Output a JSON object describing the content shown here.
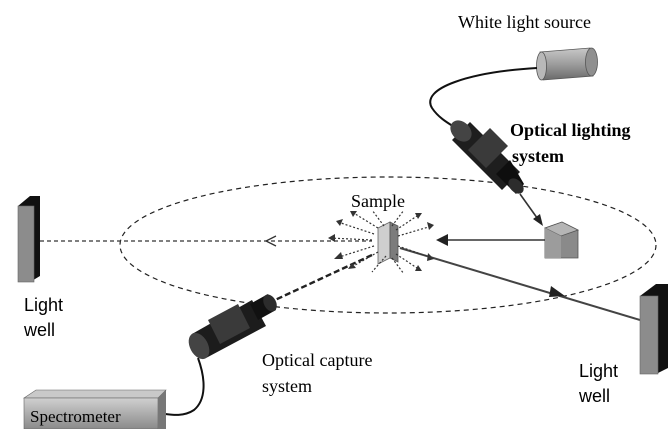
{
  "labels": {
    "white_light_source": "White light source",
    "optical_lighting_line1": "Optical lighting",
    "optical_lighting_line2": "system",
    "sample": "Sample",
    "light_well_left_line1": "Light",
    "light_well_left_line2": "well",
    "optical_capture_line1": "Optical capture",
    "optical_capture_line2": "system",
    "light_well_right_line1": "Light",
    "light_well_right_line2": "well",
    "spectrometer": "Spectrometer"
  },
  "colors": {
    "line": "#333333",
    "device_dark": "#2a2a2a",
    "device_gray": "#9a9a9a",
    "well_face": "#8c8c8c",
    "well_side": "#111111"
  }
}
